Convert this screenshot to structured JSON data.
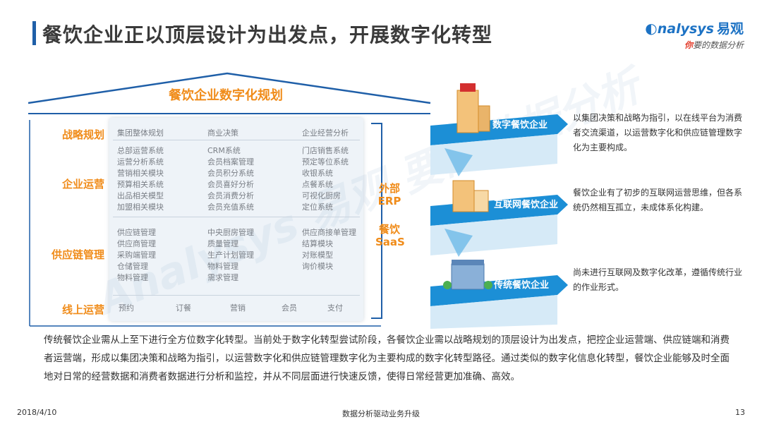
{
  "header": {
    "title": "餐饮企业正以顶层设计为出发点，开展数字化转型",
    "brand_name": "nalysys",
    "brand_cn": "易观",
    "brand_slogan_highlight": "你",
    "brand_slogan_rest": "要的数据分析"
  },
  "plan": {
    "title": "餐饮企业数字化规划",
    "side_labels": [
      "战略规划",
      "企业运营",
      "供应链管理",
      "线上运营"
    ],
    "strategy_row": [
      "集团整体规划",
      "商业决策",
      "企业经营分析"
    ],
    "operations": {
      "col1": [
        "总部运营系统",
        "运营分析系统",
        "营销相关模块",
        "预算相关系统",
        "出品相关模型",
        "加盟相关模块"
      ],
      "col2": [
        "CRM系统",
        "会员档案管理",
        "会员积分系统",
        "会员喜好分析",
        "会员消费分析",
        "会员充值系统"
      ],
      "col3": [
        "门店销售系统",
        "预定等位系统",
        "收银系统",
        "点餐系统",
        "可视化厨房",
        "定位系统"
      ]
    },
    "supply": {
      "col1": [
        "供应链管理",
        "供应商管理",
        "采购端管理",
        "仓储管理",
        "物料管理"
      ],
      "col2": [
        "中央厨房管理",
        "质量管理",
        "生产计划管理",
        "物料管理",
        "需求管理"
      ],
      "col3": [
        "供应商接单管理",
        "结算模块",
        "对账模型",
        "询价模块"
      ]
    },
    "online_row": [
      "预约",
      "订餐",
      "营销",
      "会员",
      "支付"
    ],
    "external": [
      "外部",
      "ERP",
      "餐饮",
      "SaaS"
    ],
    "watermark": "Analysys 易观 要的数据分析"
  },
  "stages": [
    {
      "label": "数字餐饮企业",
      "desc": "以集团决策和战略为指引，以在线平台为消费者交流渠道，以运营数字化和供应链管理数字化为主要构成。"
    },
    {
      "label": "互联网餐饮企业",
      "desc": "餐饮企业有了初步的互联网运营思维，但各系统仍然相互孤立，未成体系化构建。"
    },
    {
      "label": "传统餐饮企业",
      "desc": "尚未进行互联网及数字化改革，遵循传统行业的作业形式。"
    }
  ],
  "paragraph": "传统餐饮企业需从上至下进行全方位数字化转型。当前处于数字化转型尝试阶段，各餐饮企业需以战略规划的顶层设计为出发点，把控企业运营端、供应链端和消费者运营端，形成以集团决策和战略为指引，以运营数字化和供应链管理数字化为主要构成的数字化转型路径。通过类似的数字化信息化转型，餐饮企业能够及时全面地对日常的经营数据和消费者数据进行分析和监控，并从不同层面进行快速反馈，使得日常经营更加准确、高效。",
  "footer": {
    "date": "2018/4/10",
    "center": "数据分析驱动业务升级",
    "page": "13"
  },
  "colors": {
    "accent_blue": "#1f5fa8",
    "orange": "#f08c1a",
    "stage_blue": "#1c8fd6"
  }
}
